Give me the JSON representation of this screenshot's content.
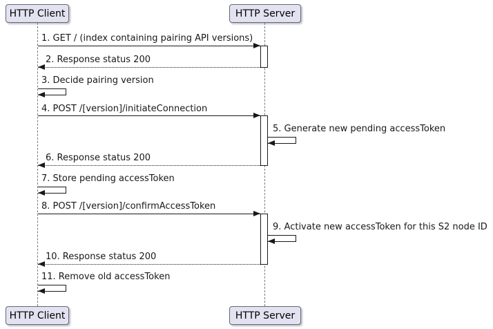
{
  "diagram": {
    "type": "uml-sequence",
    "participants": [
      {
        "id": "client",
        "label": "HTTP Client"
      },
      {
        "id": "server",
        "label": "HTTP Server"
      }
    ],
    "messages": [
      {
        "label": "1. GET / (index containing pairing API versions)",
        "from": "client",
        "to": "server",
        "kind": "call"
      },
      {
        "label": "2. Response status 200",
        "from": "server",
        "to": "client",
        "kind": "return"
      },
      {
        "label": "3. Decide pairing version",
        "from": "client",
        "to": "client",
        "kind": "self"
      },
      {
        "label": "4. POST /[version]/initiateConnection",
        "from": "client",
        "to": "server",
        "kind": "call"
      },
      {
        "label": "5. Generate new pending accessToken",
        "from": "server",
        "to": "server",
        "kind": "self"
      },
      {
        "label": "6. Response status 200",
        "from": "server",
        "to": "client",
        "kind": "return"
      },
      {
        "label": "7. Store pending accessToken",
        "from": "client",
        "to": "client",
        "kind": "self"
      },
      {
        "label": "8. POST /[version]/confirmAccessToken",
        "from": "client",
        "to": "server",
        "kind": "call"
      },
      {
        "label": "9. Activate new accessToken for this S2 node ID",
        "from": "server",
        "to": "server",
        "kind": "self"
      },
      {
        "label": "10. Response status 200",
        "from": "server",
        "to": "client",
        "kind": "return"
      },
      {
        "label": "11. Remove old accessToken",
        "from": "client",
        "to": "client",
        "kind": "self"
      }
    ],
    "activations": {
      "server_bar_count": 3
    },
    "colors": {
      "background": "#FFFFFF",
      "participant_fill": "#E2E2F0",
      "participant_border": "#666677",
      "lifeline": "#777788",
      "message_line": "#181818",
      "activation_fill": "#FFFFFF",
      "text": "#181818"
    }
  }
}
